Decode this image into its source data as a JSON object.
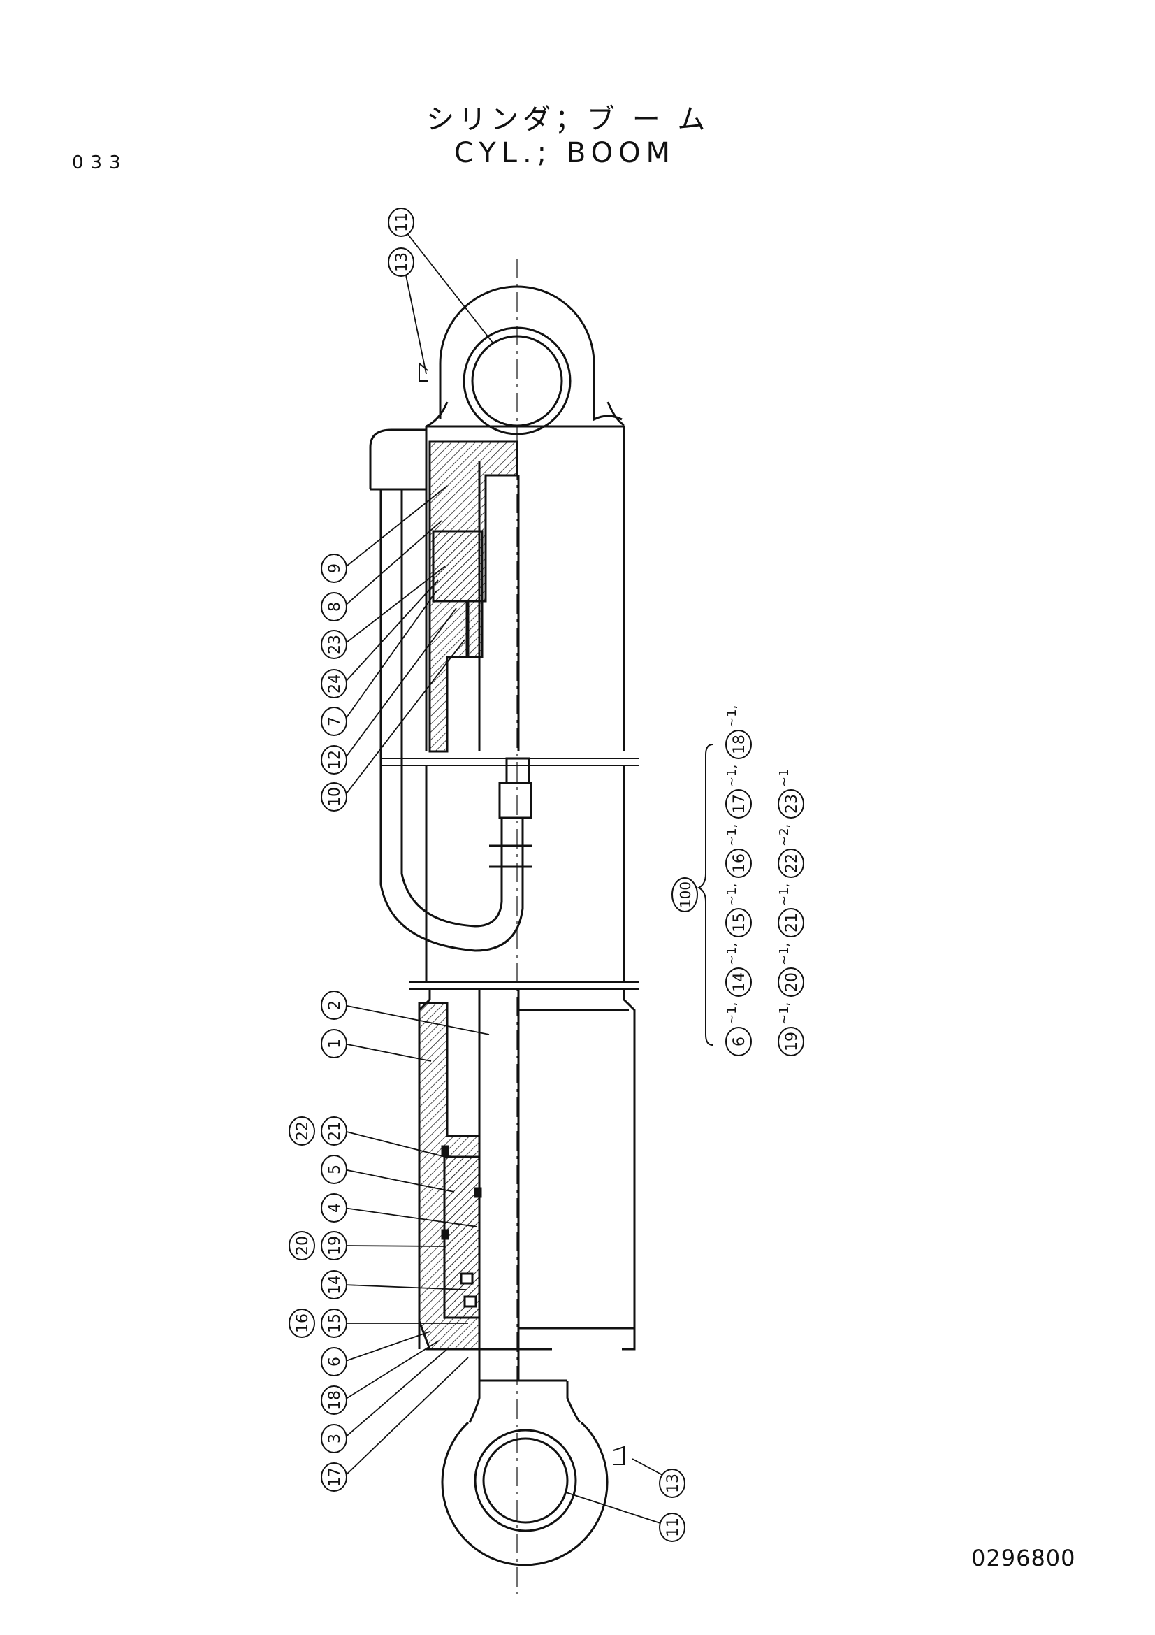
{
  "header": {
    "title_jp": "シリンダ；ブ ー ム",
    "title_en": "CYL.; BOOM",
    "page_number": "033"
  },
  "footer": {
    "drawing_number": "0296800"
  },
  "callouts": {
    "top_eye": [
      "11",
      "13"
    ],
    "head_left": [
      "9",
      "8",
      "23",
      "24",
      "7",
      "12",
      "10"
    ],
    "rod_left": [
      "2",
      "1"
    ],
    "seal_left": [
      "22",
      "21",
      "5",
      "4",
      "20",
      "19",
      "14",
      "16",
      "15",
      "6",
      "18",
      "3",
      "17"
    ],
    "bottom_eye": [
      "13",
      "11"
    ]
  },
  "kit": {
    "number": "100",
    "row1": [
      {
        "part": "6",
        "qty": "~1,"
      },
      {
        "part": "14",
        "qty": "~1,"
      },
      {
        "part": "15",
        "qty": "~1,"
      },
      {
        "part": "16",
        "qty": "~1,"
      },
      {
        "part": "17",
        "qty": "~1,"
      },
      {
        "part": "18",
        "qty": "~1,"
      }
    ],
    "row2": [
      {
        "part": "19",
        "qty": "~1,"
      },
      {
        "part": "20",
        "qty": "~1,"
      },
      {
        "part": "21",
        "qty": "~1,"
      },
      {
        "part": "22",
        "qty": "~2,"
      },
      {
        "part": "23",
        "qty": "~1"
      }
    ]
  }
}
